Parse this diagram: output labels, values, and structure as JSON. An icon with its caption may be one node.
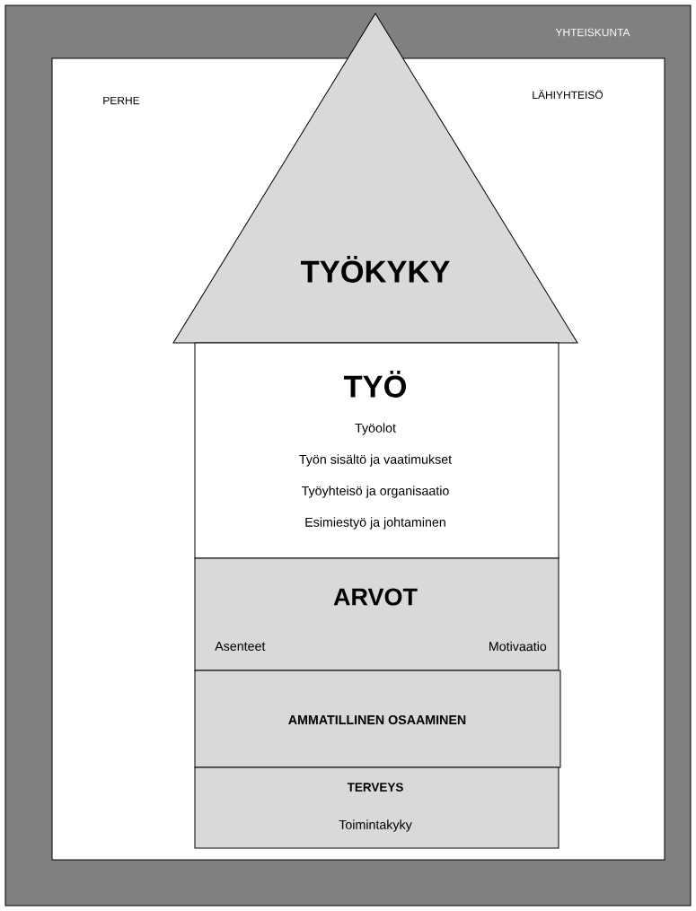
{
  "diagram": {
    "nodes": [
      {
        "text": [
          "YHTEISKUNTA"
        ]
      },
      {
        "text": [
          "PERHE",
          "LÄHIYHTEISÖ"
        ],
        "in": 0
      },
      {
        "text": [
          "TYÖKYKY"
        ],
        "in": 1
      },
      {
        "text": [
          "TYÖ",
          "Työolot",
          "Työn sisältö ja vaatimukset",
          "Työyhteisö ja organisaatio",
          "Esimiestyö ja johtaminen"
        ],
        "in": 1
      },
      {
        "text": [
          "ARVOT",
          "Asenteet",
          "Motivaatio"
        ],
        "in": 1
      },
      {
        "text": [
          "AMMATILLINEN OSAAMINEN"
        ],
        "in": 1
      },
      {
        "text": [
          "TERVEYS",
          "Toimintakyky"
        ],
        "in": 1
      }
    ]
  }
}
